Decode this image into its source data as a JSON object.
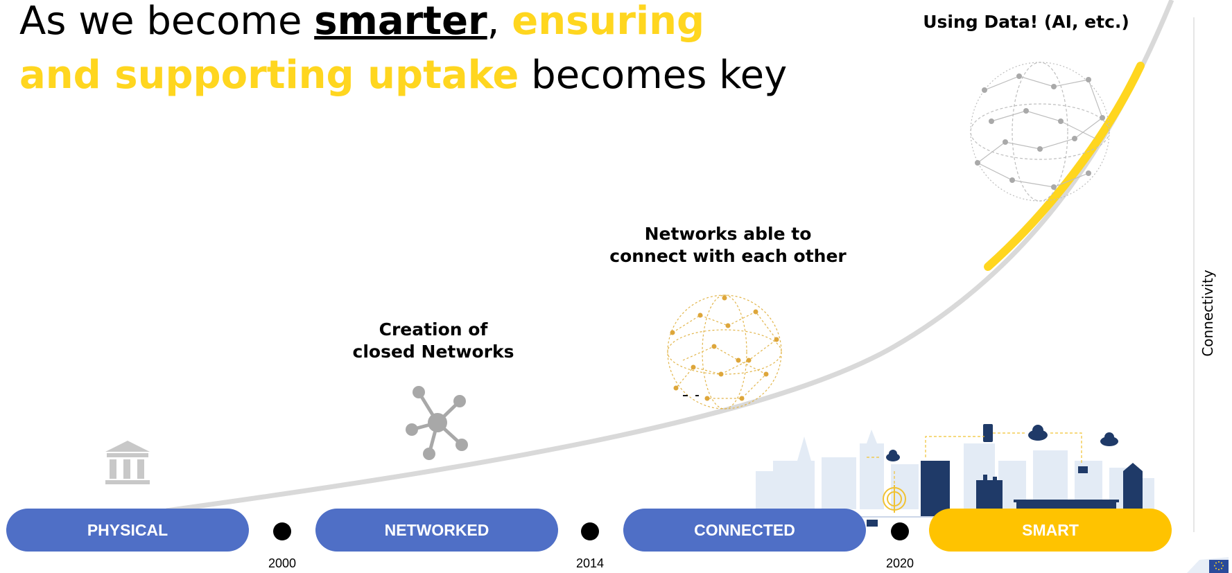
{
  "title": {
    "part1": "As we become ",
    "strong": "smarter",
    "part2": ", ",
    "yellow1": "ensuring",
    "yellow2": "and supporting uptake",
    "part3": " becomes key"
  },
  "captions": {
    "data": "Using Data! (AI, etc.)",
    "connect_line1": "Networks able to",
    "connect_line2": "connect with each other",
    "closed_line1": "Creation of",
    "closed_line2": "closed Networks"
  },
  "stages": [
    {
      "label": "PHYSICAL"
    },
    {
      "label": "NETWORKED"
    },
    {
      "label": "CONNECTED"
    },
    {
      "label": "SMART"
    }
  ],
  "years": [
    "2000",
    "2014",
    "2020"
  ],
  "axis_label": "Connectivity",
  "colors": {
    "blue_pill": "#4F6FC6",
    "yellow": "#FFC300",
    "curve_grey": "#D9D9D9",
    "curve_yellow": "#FFD61F",
    "city_navy": "#1F3A68",
    "city_light": "#E3EBF5"
  },
  "icons": [
    "museum-icon",
    "network-hub-icon",
    "gold-globe-icon",
    "grey-globe-icon",
    "smart-city-illustration",
    "eu-flag-icon"
  ]
}
